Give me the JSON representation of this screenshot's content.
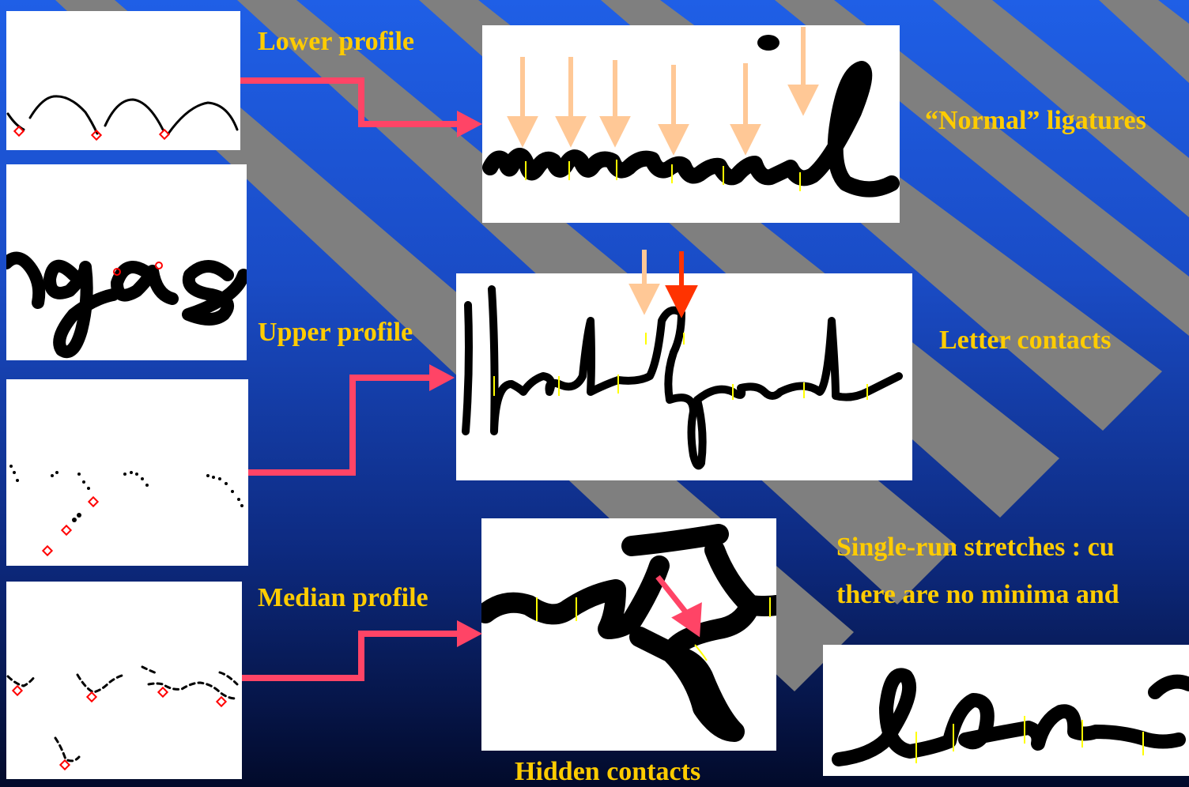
{
  "labels": {
    "lower_profile": "Lower profile",
    "upper_profile": "Upper profile",
    "median_profile": "Median profile",
    "normal_ligatures": "“Normal” ligatures",
    "letter_contacts": "Letter contacts",
    "single_run_line1": "Single-run stretches : cu",
    "single_run_line2": "there are no minima and",
    "hidden_contacts": "Hidden contacts"
  },
  "colors": {
    "background_top": "#1f5fe6",
    "background_bottom": "#020a2a",
    "stripe": "#7f7f7f",
    "label": "#ffcc00",
    "connector": "#ff4466",
    "arrow_light": "#ffc896",
    "arrow_red": "#ff3300",
    "ink": "#000000",
    "cut_mark": "#ffff00",
    "profile_marker": "#ff0000"
  }
}
